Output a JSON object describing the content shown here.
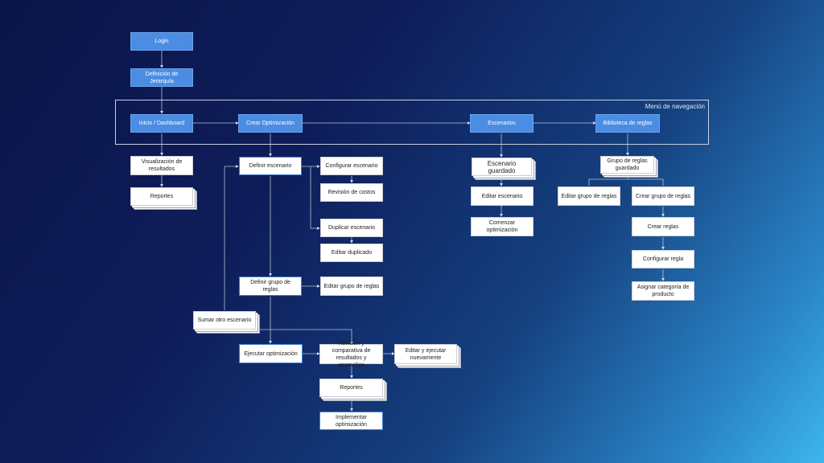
{
  "nav_menu": {
    "title": "Menú de navegación"
  },
  "nodes": {
    "login": "Login",
    "jerarquia": "Definición de Jerarquía",
    "inicio": "Inicio / Dashboard",
    "crear_opt": "Crear Optimización",
    "escenarios": "Escenarios",
    "biblioteca": "Biblioteca de reglas",
    "visualizacion": "Visualización de resultados",
    "reportes_1": "Reportes",
    "definir_escenario": "Definir escenario",
    "configurar_escenario": "Configurar escenario",
    "revision_costos": "Revisión de costos",
    "duplicar_escenario": "Duplicar escenario",
    "editar_duplicado": "Editar duplicado",
    "definir_grupo": "Definir grupo de reglas",
    "editar_grupo_1": "Editar grupo de reglas",
    "sumar_escenario": "Sumar otro escenario",
    "ejecutar": "Ejecutar optimización",
    "revision_comparativa": "Revisión y comparativa de resultados y anomalías",
    "editar_ejecutar": "Editar y ejecutar nuevamente",
    "reportes_2": "Reportes",
    "implementar": "Implementar optimización",
    "escenario_guardado": "Escenario guardado",
    "editar_escenario": "Editar escenario",
    "comenzar_opt": "Comenzar optimización",
    "grupo_guardado": "Grupo de reglas guardado",
    "editar_grupo_2": "Editar grupo de reglas",
    "crear_grupo": "Crear grupo de reglas",
    "crear_reglas": "Crear reglas",
    "configurar_regla": "Configurar regla",
    "asignar_categoria": "Asignar categoría de producto"
  }
}
